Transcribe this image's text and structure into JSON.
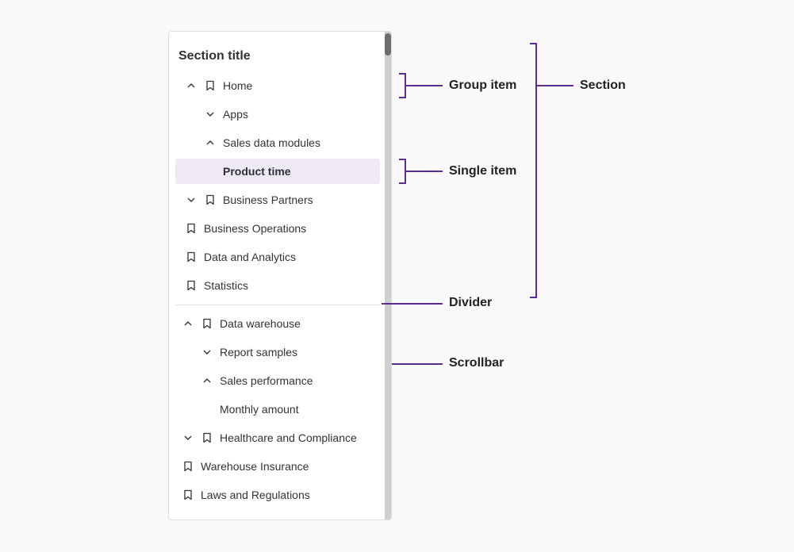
{
  "nav": {
    "section_title": "Section title",
    "items": [
      {
        "label": "Home",
        "chevron": "up",
        "icon": "bookmark-icon"
      },
      {
        "label": "Apps",
        "chevron": "down"
      },
      {
        "label": "Sales data modules",
        "chevron": "up"
      },
      {
        "label": "Product time",
        "selected": true
      },
      {
        "label": "Business Partners",
        "chevron": "down",
        "icon": "bookmark-icon"
      },
      {
        "label": "Business Operations",
        "icon": "bookmark-icon"
      },
      {
        "label": "Data and Analytics",
        "icon": "bookmark-icon"
      },
      {
        "label": "Statistics",
        "icon": "bookmark-icon"
      },
      {
        "label": "Data warehouse",
        "chevron": "up",
        "icon": "bookmark-icon"
      },
      {
        "label": "Report samples",
        "chevron": "down"
      },
      {
        "label": "Sales performance",
        "chevron": "up"
      },
      {
        "label": "Monthly amount"
      },
      {
        "label": "Healthcare and Compliance",
        "chevron": "down",
        "icon": "bookmark-icon"
      },
      {
        "label": "Warehouse Insurance",
        "icon": "bookmark-icon"
      },
      {
        "label": "Laws and Regulations",
        "icon": "bookmark-icon"
      }
    ]
  },
  "annotations": {
    "group_item": "Group item",
    "single_item": "Single item",
    "section": "Section",
    "divider": "Divider",
    "scrollbar": "Scrollbar"
  },
  "colors": {
    "accent": "#5c2d91",
    "selected_bg": "#efe8f7",
    "scrollbar_track": "#cfcfcf",
    "scrollbar_thumb": "#6d6d6d"
  }
}
